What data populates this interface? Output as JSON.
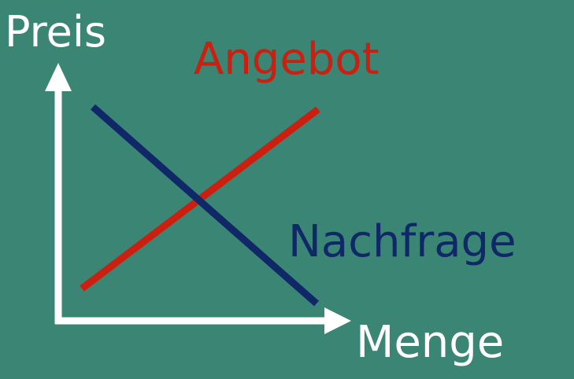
{
  "axes": {
    "y_label": "Preis",
    "x_label": "Menge"
  },
  "curves": {
    "supply": {
      "label": "Angebot",
      "color": "#cc1f10"
    },
    "demand": {
      "label": "Nachfrage",
      "color": "#102868"
    }
  },
  "colors": {
    "background": "#3a8574",
    "axis": "#ffffff"
  }
}
